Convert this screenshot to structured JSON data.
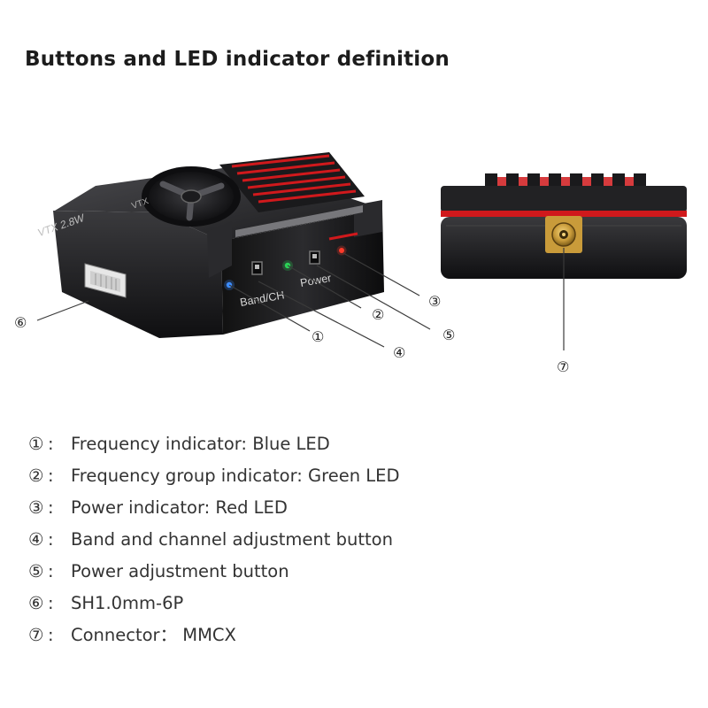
{
  "title": "Buttons and LED indicator definition",
  "device": {
    "top_label": "VTX 2.8W",
    "top_label_small": "VTX",
    "band_ch_label": "Band/CH",
    "power_label": "Power"
  },
  "callouts": [
    "①",
    "②",
    "③",
    "④",
    "⑤",
    "⑥",
    "⑦"
  ],
  "legend": [
    {
      "num": "①",
      "sep": ":",
      "text": "Frequency indicator: Blue LED"
    },
    {
      "num": "②",
      "sep": ":",
      "text": "Frequency group indicator: Green LED"
    },
    {
      "num": "③",
      "sep": ":",
      "text": "Power indicator: Red LED"
    },
    {
      "num": "④",
      "sep": ":",
      "text": "Band and channel adjustment button"
    },
    {
      "num": "⑤",
      "sep": ":",
      "text": "Power adjustment button"
    },
    {
      "num": "⑥",
      "sep": ":",
      "text": "SH1.0mm-6P"
    },
    {
      "num": "⑦",
      "sep": ":",
      "text": "Connector：  MMCX"
    }
  ],
  "colors": {
    "accent_red": "#d0191c",
    "body_dark": "#1d1d1f",
    "blue_led": "#3c8dff",
    "green_led": "#2bd356",
    "red_led": "#ff3a2a",
    "gold": "#c99b3a"
  }
}
